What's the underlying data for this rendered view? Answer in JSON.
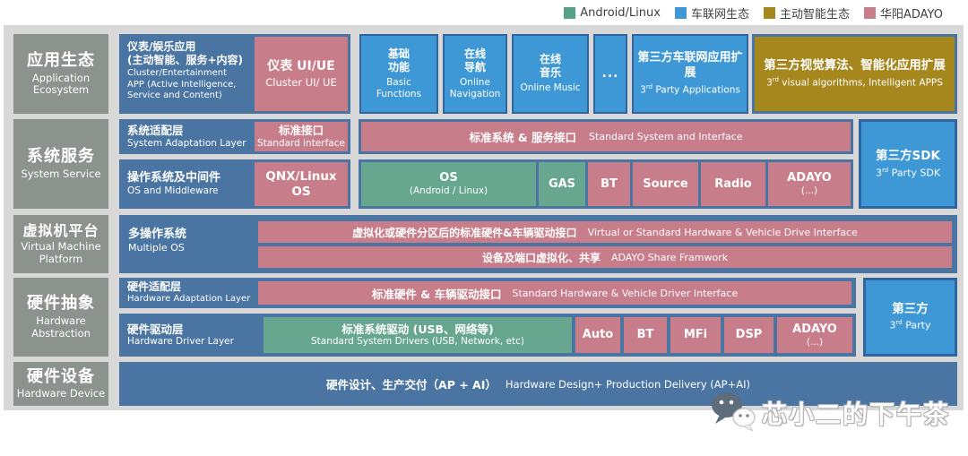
{
  "colors": {
    "steel_blue": "#4a74a1",
    "pink": "#c87d8a",
    "green": "#68a78f",
    "light_blue": "#3e98d6",
    "gold": "#a6871e",
    "sidebar_gray": "#8c928e",
    "panel_gray": "#d8d8d8"
  },
  "legend": {
    "items": [
      {
        "label": "Android/Linux",
        "color": "#56a188"
      },
      {
        "label": "车联网生态",
        "color": "#3e98d6"
      },
      {
        "label": "主动智能生态",
        "color": "#a6871e"
      },
      {
        "label": "华阳ADAYO",
        "color": "#c87d8a"
      }
    ]
  },
  "sidebar": {
    "items": [
      {
        "zh": "应用生态",
        "en": "Application\nEcosystem"
      },
      {
        "zh": "系统服务",
        "en": "System Service"
      },
      {
        "zh": "虚拟机平台",
        "en": "Virtual Machine\nPlatform"
      },
      {
        "zh": "硬件抽象",
        "en": "Hardware\nAbstraction"
      },
      {
        "zh": "硬件设备",
        "en": "Hardware Device"
      }
    ]
  },
  "app_row": {
    "cluster_app": {
      "zh": "仪表/娱乐应用\n(主动智能、服务+内容)",
      "en": "Cluster/Entertainment APP (Active Intelligence, Service and Content)"
    },
    "cluster_ui": {
      "zh": "仪表 UI/UE",
      "en": "Cluster UI/ UE"
    },
    "basic": {
      "zh": "基础\n功能",
      "en": "Basic\nFunctions"
    },
    "nav": {
      "zh": "在线\n导航",
      "en": "Online\nNavigation"
    },
    "music": {
      "zh": "在线\n音乐",
      "en": "Online Music"
    },
    "ellipsis": "...",
    "third_apps": {
      "zh": "第三方车联网应用扩展",
      "en_pre": "3",
      "en_sup": "rd",
      "en_post": " Party Applications"
    },
    "visual": {
      "zh": "第三方视觉算法、智能化应用扩展",
      "en_pre": "3",
      "en_sup": "rd",
      "en_post": " visual algorithms, Intelligent APPS"
    }
  },
  "system_row": {
    "sys_adapt": {
      "zh": "系统适配层",
      "en": "System Adaptation Layer"
    },
    "std_interface": {
      "zh": "标准接口",
      "en": "Standard interface"
    },
    "std_system_bar": {
      "zh": "标准系统 & 服务接口",
      "en": "Standard System and Interface"
    },
    "sdk": {
      "zh": "第三方SDK",
      "en_pre": "3",
      "en_sup": "rd",
      "en_post": " Party SDK"
    },
    "os_mid": {
      "zh": "操作系统及中间件",
      "en": "OS and Middleware"
    },
    "qnx": "QNX/Linux\nOS",
    "os": {
      "l1": "OS",
      "l2": "(Android / Linux)"
    },
    "gas": "GAS",
    "bt": "BT",
    "source": "Source",
    "radio": "Radio",
    "adayo": {
      "l1": "ADAYO",
      "l2": "(...)"
    }
  },
  "vm_row": {
    "label": {
      "zh": "多操作系统",
      "en": "Multiple OS"
    },
    "bar1": {
      "zh": "虚拟化或硬件分区后的标准硬件&车辆驱动接口",
      "en": "Virtual or Standard Hardware & Vehicle Drive Interface"
    },
    "bar2": {
      "zh": "设备及端口虚拟化、共享",
      "en": "ADAYO Share Framwork"
    }
  },
  "hw_row": {
    "hw_adapt": {
      "zh": "硬件适配层",
      "en": "Hardware Adaptation Layer"
    },
    "adapt_bar": {
      "zh": "标准硬件 & 车辆驱动接口",
      "en": "Standard Hardware & Vehicle Driver Interface"
    },
    "hw_driver": {
      "zh": "硬件驱动层",
      "en": "Hardware Driver Layer"
    },
    "std_drivers": {
      "zh": "标准系统驱动 (USB、网络等)",
      "en": "Standard System Drivers (USB, Network, etc)"
    },
    "auto": "Auto",
    "bt": "BT",
    "mfi": "MFi",
    "dsp": "DSP",
    "adayo": {
      "l1": "ADAYO",
      "l2": "(...)"
    },
    "third_party": {
      "zh": "第三方",
      "en_pre": "3",
      "en_sup": "rd",
      "en_post": " Party"
    }
  },
  "device_row": {
    "zh": "硬件设计、生产交付（AP + AI）",
    "en": "Hardware Design+ Production Delivery (AP+AI)"
  },
  "watermark": {
    "text": "芯小二的下午茶"
  }
}
